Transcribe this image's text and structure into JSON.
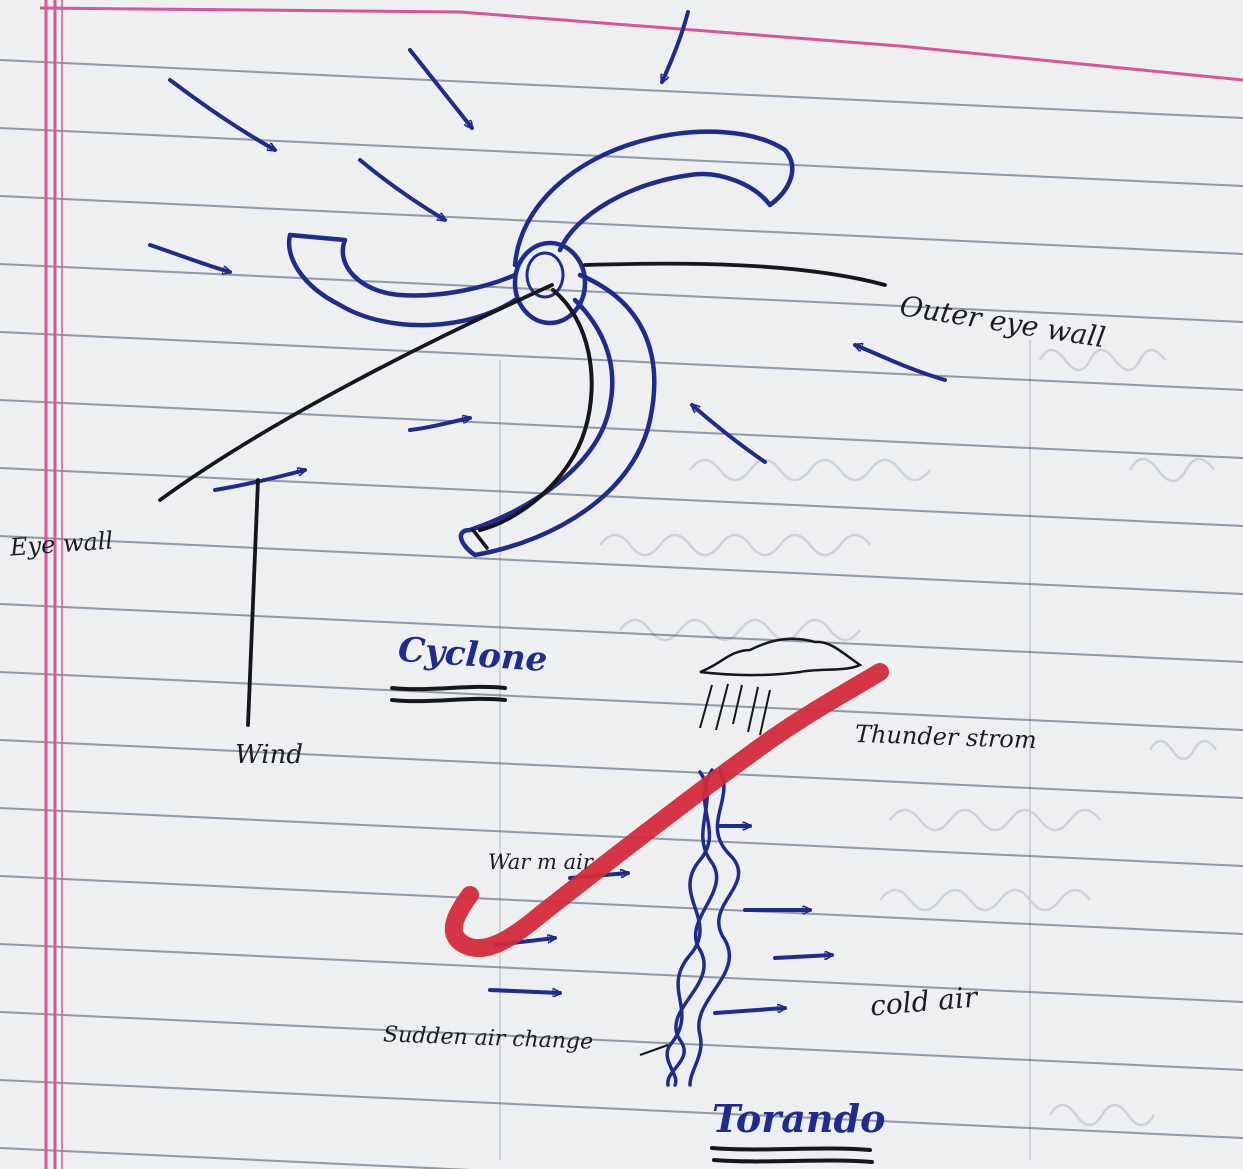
{
  "diagram": {
    "cyclone": {
      "title": "Cyclone",
      "labels": {
        "outer_eye_wall": "Outer eye wall",
        "eye_wall": "Eye wall",
        "wind": "Wind"
      }
    },
    "tornado": {
      "title": "Torando",
      "labels": {
        "thunderstorm": "Thunder strom",
        "warm_air": "War m air",
        "cold_air": "cold air",
        "sudden_air_change": "Sudden air change"
      }
    }
  },
  "colors": {
    "paper": "#edeff1",
    "rule_line": "#8f98a6",
    "margin_line": "#d8559a",
    "blue_ink": "#1f2c8e",
    "black_ink": "#16161b",
    "check_mark": "#d42a3a"
  }
}
